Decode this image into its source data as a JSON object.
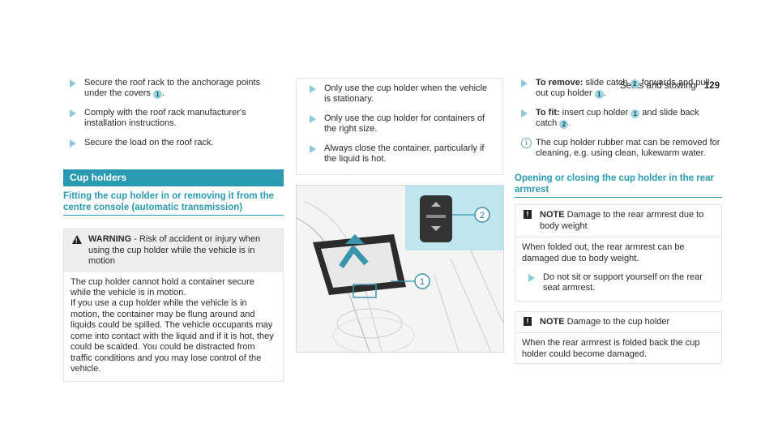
{
  "header": {
    "section": "Seats and stowing",
    "page": "129"
  },
  "col1": {
    "bullets": [
      {
        "pre": "Secure the roof rack to the anchorage points under the covers ",
        "num": "1",
        "post": "."
      },
      {
        "pre": "Comply with the roof rack manufacturer's installation instructions.",
        "num": "",
        "post": ""
      },
      {
        "pre": "Secure the load on the roof rack.",
        "num": "",
        "post": ""
      }
    ],
    "section_title": "Cup holders",
    "sub_title": "Fitting the cup holder in or removing it from the centre console (automatic transmission)",
    "warning": {
      "label": "WARNING",
      "head_text": " - Risk of accident or injury when using the cup holder while the vehicle is in motion",
      "p1": "The cup holder cannot hold a container secure while the vehicle is in motion.",
      "p2": "If you use a cup holder while the vehicle is in motion, the container may be flung around and liquids could be spilled. The vehicle occupants may come into contact with the liquid and if it is hot, they could be scalded. You could be distracted from traffic conditions and you may lose control of the vehicle."
    }
  },
  "col2": {
    "bullets": [
      "Only use the cup holder when the vehicle is stationary.",
      "Only use the cup holder for containers of the right size.",
      "Always close the container, particularly if the liquid is hot."
    ],
    "figure": {
      "callout_1": "1",
      "callout_2": "2"
    }
  },
  "col3": {
    "remove": {
      "label": "To remove:",
      "pre": " slide catch ",
      "n1": "2",
      "mid": " forwards and pull out cup holder ",
      "n2": "1",
      "post": "."
    },
    "fit": {
      "label": "To fit:",
      "pre": " insert cup holder ",
      "n1": "1",
      "mid": " and slide back catch ",
      "n2": "2",
      "post": "."
    },
    "info": "The cup holder rubber mat can be removed for cleaning, e.g. using clean, lukewarm water.",
    "rear_title": "Opening or closing the cup holder in the rear armrest",
    "note1": {
      "label": "NOTE",
      "head_text": " Damage to the rear armrest due to body weight",
      "body": "When folded out, the rear armrest can be damaged due to body weight.",
      "bullet": "Do not sit or support yourself on the rear seat armrest."
    },
    "note2": {
      "label": "NOTE",
      "head_text": " Damage to the cup holder",
      "body": "When the rear armrest is folded back the cup holder could become damaged."
    }
  }
}
